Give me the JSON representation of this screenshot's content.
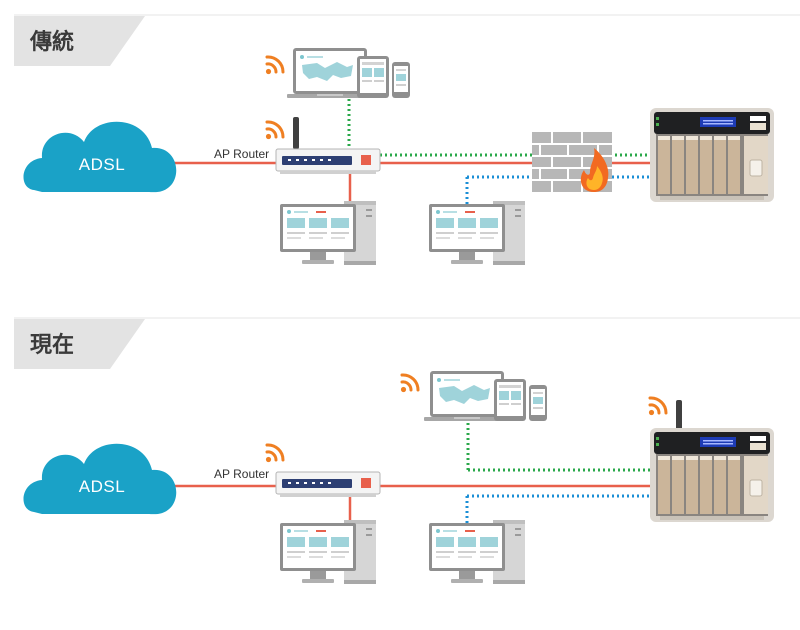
{
  "sections": {
    "traditional": {
      "title": "傳統",
      "cloud_label": "ADSL",
      "router_label": "AP Router"
    },
    "current": {
      "title": "現在",
      "cloud_label": "ADSL",
      "router_label": "AP Router"
    }
  },
  "icons": {
    "wifi": "wifi-icon",
    "cloud": "cloud-icon",
    "router": "router-icon",
    "firewall": "firewall-icon",
    "nas": "nas-icon",
    "desktop": "desktop-computer-icon",
    "devices": "laptop-tablet-phone-icon"
  },
  "colors": {
    "cloud": "#1aa2c7",
    "wan_line": "#e8604c",
    "green_link": "#2aa84a",
    "blue_link": "#1b8fd6",
    "wifi": "#ef7f22",
    "section_tab": "#e3e3e3",
    "screen_accent": "#7cc6cf"
  }
}
